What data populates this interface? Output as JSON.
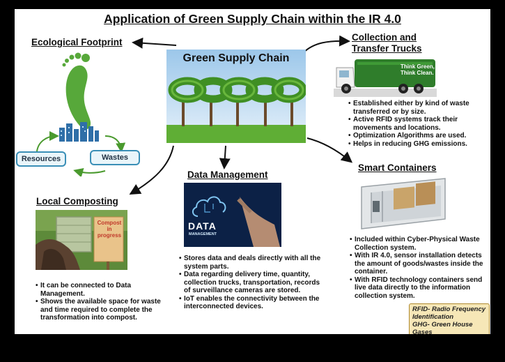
{
  "title": "Application of Green Supply Chain within the IR 4.0",
  "center": {
    "label": "Green Supply Chain"
  },
  "ecological": {
    "heading": "Ecological Footprint",
    "resources": "Resources",
    "wastes": "Wastes"
  },
  "trucks": {
    "heading_line1": "Collection and",
    "heading_line2": "Transfer Trucks",
    "truck_text_line1": "Think Green,",
    "truck_text_line2": "Think Clean.",
    "bullets": [
      "Established either by kind of waste transferred or by size.",
      "Active RFID systems track their movements and locations.",
      "Optimization Algorithms are used.",
      "Helps in reducing GHG emissions."
    ]
  },
  "data_mgmt": {
    "heading": "Data Management",
    "image_label": "DATA",
    "image_sublabel": "MANAGEMENT",
    "bullets": [
      "Stores data and deals directly with all the system parts.",
      "Data regarding delivery time, quantity, collection trucks, transportation, records of surveillance cameras are stored.",
      "IoT enables the connectivity between the interconnected devices."
    ]
  },
  "smart": {
    "heading": "Smart Containers",
    "bullets": [
      "Included within Cyber-Physical Waste Collection system.",
      "With IR 4.0, sensor installation detects the amount of goods/wastes inside the container.",
      "With RFID technology containers send live data directly to the information collection system."
    ]
  },
  "composting": {
    "heading": "Local Composting",
    "sign_text": "Compost in progress",
    "bullets": [
      "It can be connected to Data Management.",
      "Shows the available space for waste and time required to complete the transformation into compost."
    ]
  },
  "legend": {
    "line1": "RFID- Radio Frequency",
    "line2": "Identification",
    "line3": "GHG- Green House Gases"
  },
  "colors": {
    "green": "#4a9a2e",
    "blue": "#3a8fb7",
    "truck_green": "#2f7d2b",
    "legend_bg": "#f6e7b7"
  }
}
